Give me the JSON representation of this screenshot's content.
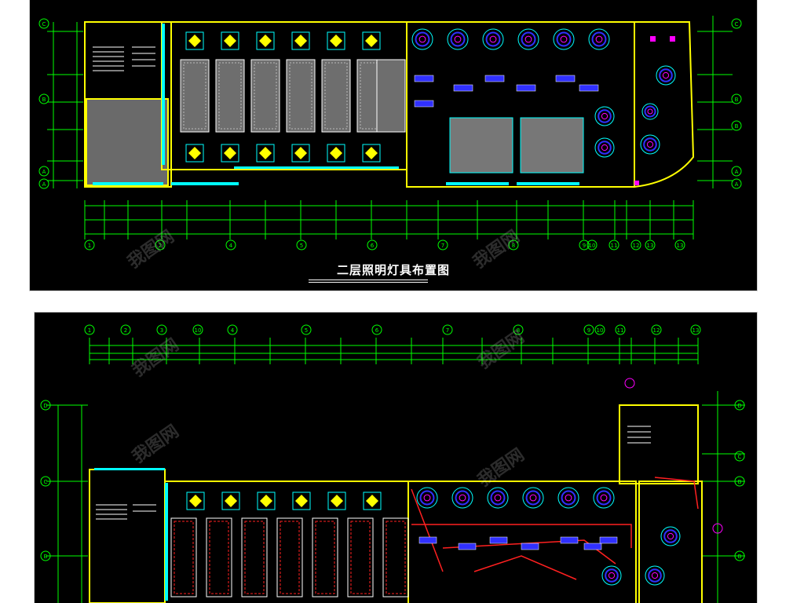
{
  "top_drawing": {
    "title": "二层照明灯具布置图",
    "left_axis_labels": [
      "C",
      "B",
      "A",
      "A"
    ],
    "right_axis_labels": [
      "C",
      "B",
      "B",
      "A",
      "A"
    ],
    "bottom_axis_labels": [
      "1",
      "2",
      "4",
      "5",
      "6",
      "7",
      "8",
      "9",
      "10",
      "11",
      "12",
      "13",
      "13"
    ]
  },
  "bottom_drawing": {
    "top_axis_labels": [
      "1",
      "2",
      "3",
      "10",
      "4",
      "5",
      "6",
      "7",
      "8",
      "9",
      "10",
      "11",
      "12",
      "13"
    ],
    "left_axis_labels": [
      "D",
      "C",
      "B"
    ],
    "right_axis_labels": [
      "D",
      "C",
      "B",
      "B"
    ]
  },
  "colors": {
    "background": "#000000",
    "wall": "#ffff00",
    "window": "#00ffff",
    "dimension": "#00ff00",
    "fixture": "#ffff00",
    "wiring": "#ff2020",
    "accent": "#ff00ff",
    "lamp": "#3030ff"
  },
  "watermark": "我图网"
}
